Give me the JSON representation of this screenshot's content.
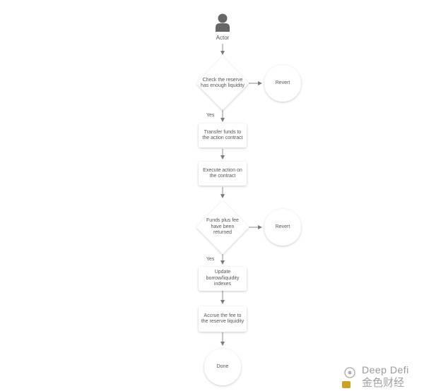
{
  "diagram": {
    "actor_label": "Actor",
    "nodes": {
      "check_reserve": "Check the reserve has enough liquidity",
      "revert_1": "Revert",
      "transfer_funds": "Transfer funds to the action contract",
      "execute_action": "Execute action on the contract",
      "funds_returned": "Funds plus fee have been returned",
      "revert_2": "Revert",
      "update_indexes": "Update borrow/liquidity indexes",
      "accrue_fee": "Accrue the fee to the reserve liquidity",
      "done": "Done"
    },
    "edge_labels": {
      "yes_1": "Yes",
      "yes_2": "Yes"
    }
  },
  "watermark": {
    "line1": "Deep Defi",
    "line2": "金色财经"
  },
  "colors": {
    "line": "#8c8c8c",
    "node_fill": "#ffffff",
    "node_shadow": "#d9d9d9",
    "actor_icon": "#666666"
  }
}
